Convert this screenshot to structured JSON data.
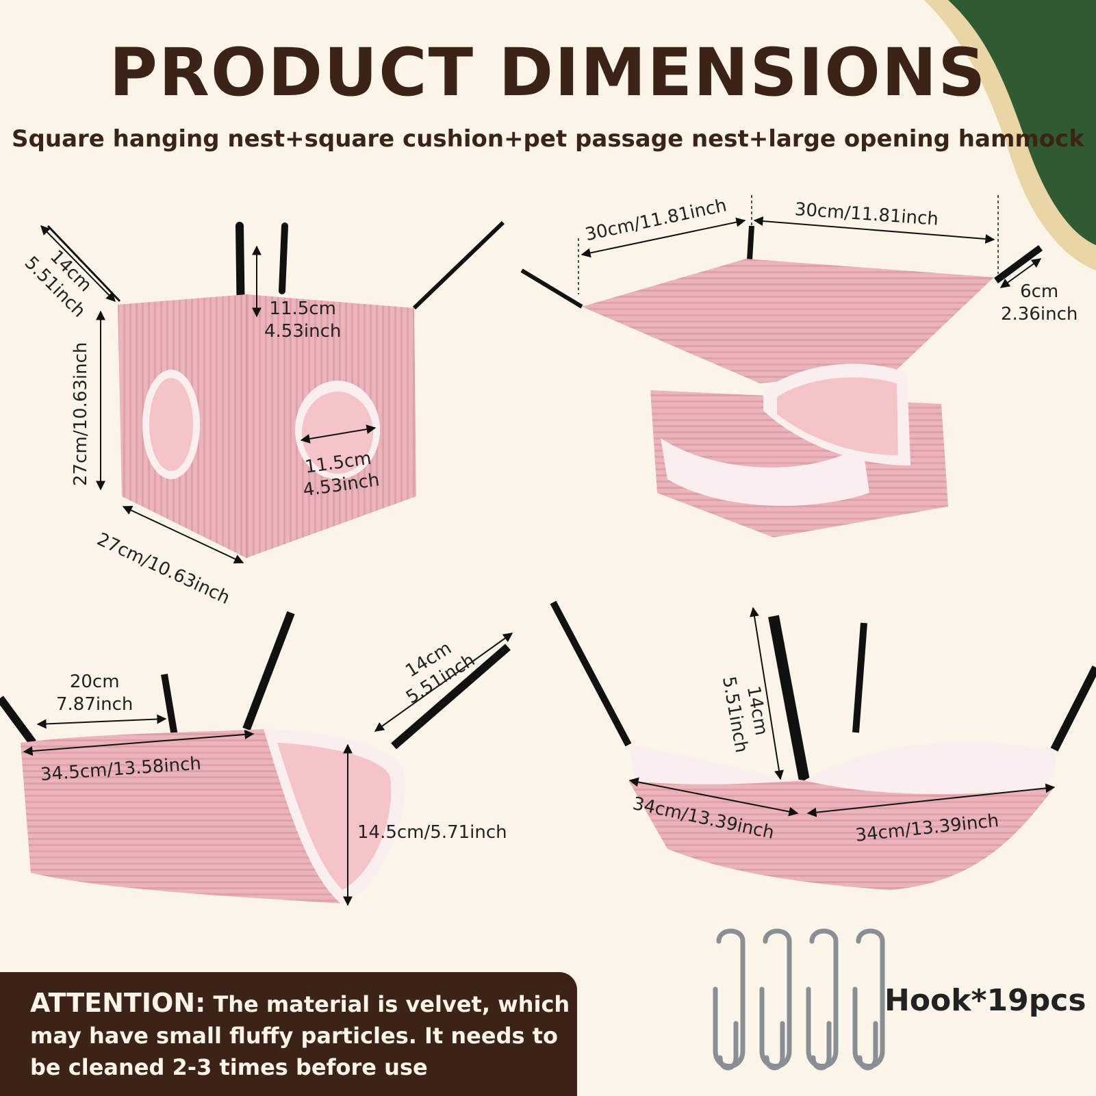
{
  "title": "PRODUCT DIMENSIONS",
  "subtitle": "Square hanging nest+square cushion+pet passage nest+large opening hammock",
  "colors": {
    "background": "#fbf4e8",
    "corner_green": "#2f5a32",
    "corner_tan": "#e9d5a6",
    "fabric_pink": "#eab4bb",
    "fleece": "#fbeeee",
    "text_dark": "#3b2417"
  },
  "products": {
    "square_nest": {
      "depth": {
        "cm": "14cm",
        "inch": "5.51inch"
      },
      "strap": {
        "cm": "11.5cm",
        "inch": "4.53inch"
      },
      "height": "27cm/10.63inch",
      "hole": {
        "cm": "11.5cm",
        "inch": "4.53inch"
      },
      "width": "27cm/10.63inch"
    },
    "square_cushion": {
      "width_left": "30cm/11.81inch",
      "width_right": "30cm/11.81inch",
      "strap": {
        "cm": "6cm",
        "inch": "2.36inch"
      }
    },
    "passage_nest": {
      "opening": {
        "cm": "20cm",
        "inch": "7.87inch"
      },
      "strap": {
        "cm": "14cm",
        "inch": "5.51inch"
      },
      "length": "34.5cm/13.58inch",
      "diameter": "14.5cm/5.71inch"
    },
    "hammock": {
      "strap": {
        "cm": "14cm",
        "inch": "5.51inch"
      },
      "width_left": "34cm/13.39inch",
      "width_right": "34cm/13.39inch"
    }
  },
  "attention": {
    "label": "ATTENTION:",
    "text": " The material is velvet, which may have small fluffy particles. It needs to be cleaned 2-3 times before use"
  },
  "hooks": {
    "label": "Hook*19pcs",
    "icon": "snap-hook-icon"
  }
}
